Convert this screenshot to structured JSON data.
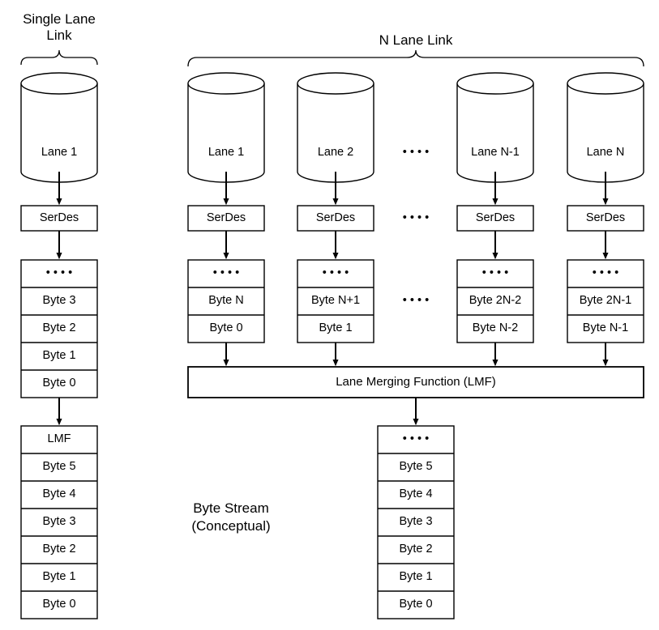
{
  "diagram": {
    "title_single": "Single Lane\nLink",
    "title_nlane": "N Lane Link",
    "stream_label": "Byte Stream\n(Conceptual)",
    "lmf_bar_label": "Lane Merging Function (LMF)",
    "serdes_label": "SerDes",
    "ellipsis": "• • • •",
    "colors": {
      "stroke": "#000000",
      "fill": "#ffffff",
      "text": "#000000"
    }
  },
  "single_lane": {
    "cylinder_label": "Lane 1",
    "serdes_label": "SerDes",
    "upper_stack": [
      "• • • •",
      "Byte 3",
      "Byte 2",
      "Byte 1",
      "Byte 0"
    ],
    "lower_stack": [
      "LMF",
      "Byte 5",
      "Byte 4",
      "Byte 3",
      "Byte 2",
      "Byte 1",
      "Byte 0"
    ]
  },
  "n_lane": {
    "lanes": [
      {
        "cylinder_label": "Lane 1",
        "serdes_label": "SerDes",
        "stack": [
          "• • • •",
          "Byte N",
          "Byte 0"
        ]
      },
      {
        "cylinder_label": "Lane 2",
        "serdes_label": "SerDes",
        "stack": [
          "• • • •",
          "Byte N+1",
          "Byte 1"
        ]
      },
      {
        "cylinder_label": "Lane N-1",
        "serdes_label": "SerDes",
        "stack": [
          "• • • •",
          "Byte 2N-2",
          "Byte N-2"
        ]
      },
      {
        "cylinder_label": "Lane N",
        "serdes_label": "SerDes",
        "stack": [
          "• • • •",
          "Byte 2N-1",
          "Byte N-1"
        ]
      }
    ],
    "gap_ellipses": [
      "• • • •",
      "• • • •",
      "• • • •"
    ],
    "merging_function_label": "Lane Merging Function (LMF)",
    "output_stack": [
      "• • • •",
      "Byte 5",
      "Byte 4",
      "Byte 3",
      "Byte 2",
      "Byte 1",
      "Byte 0"
    ]
  }
}
